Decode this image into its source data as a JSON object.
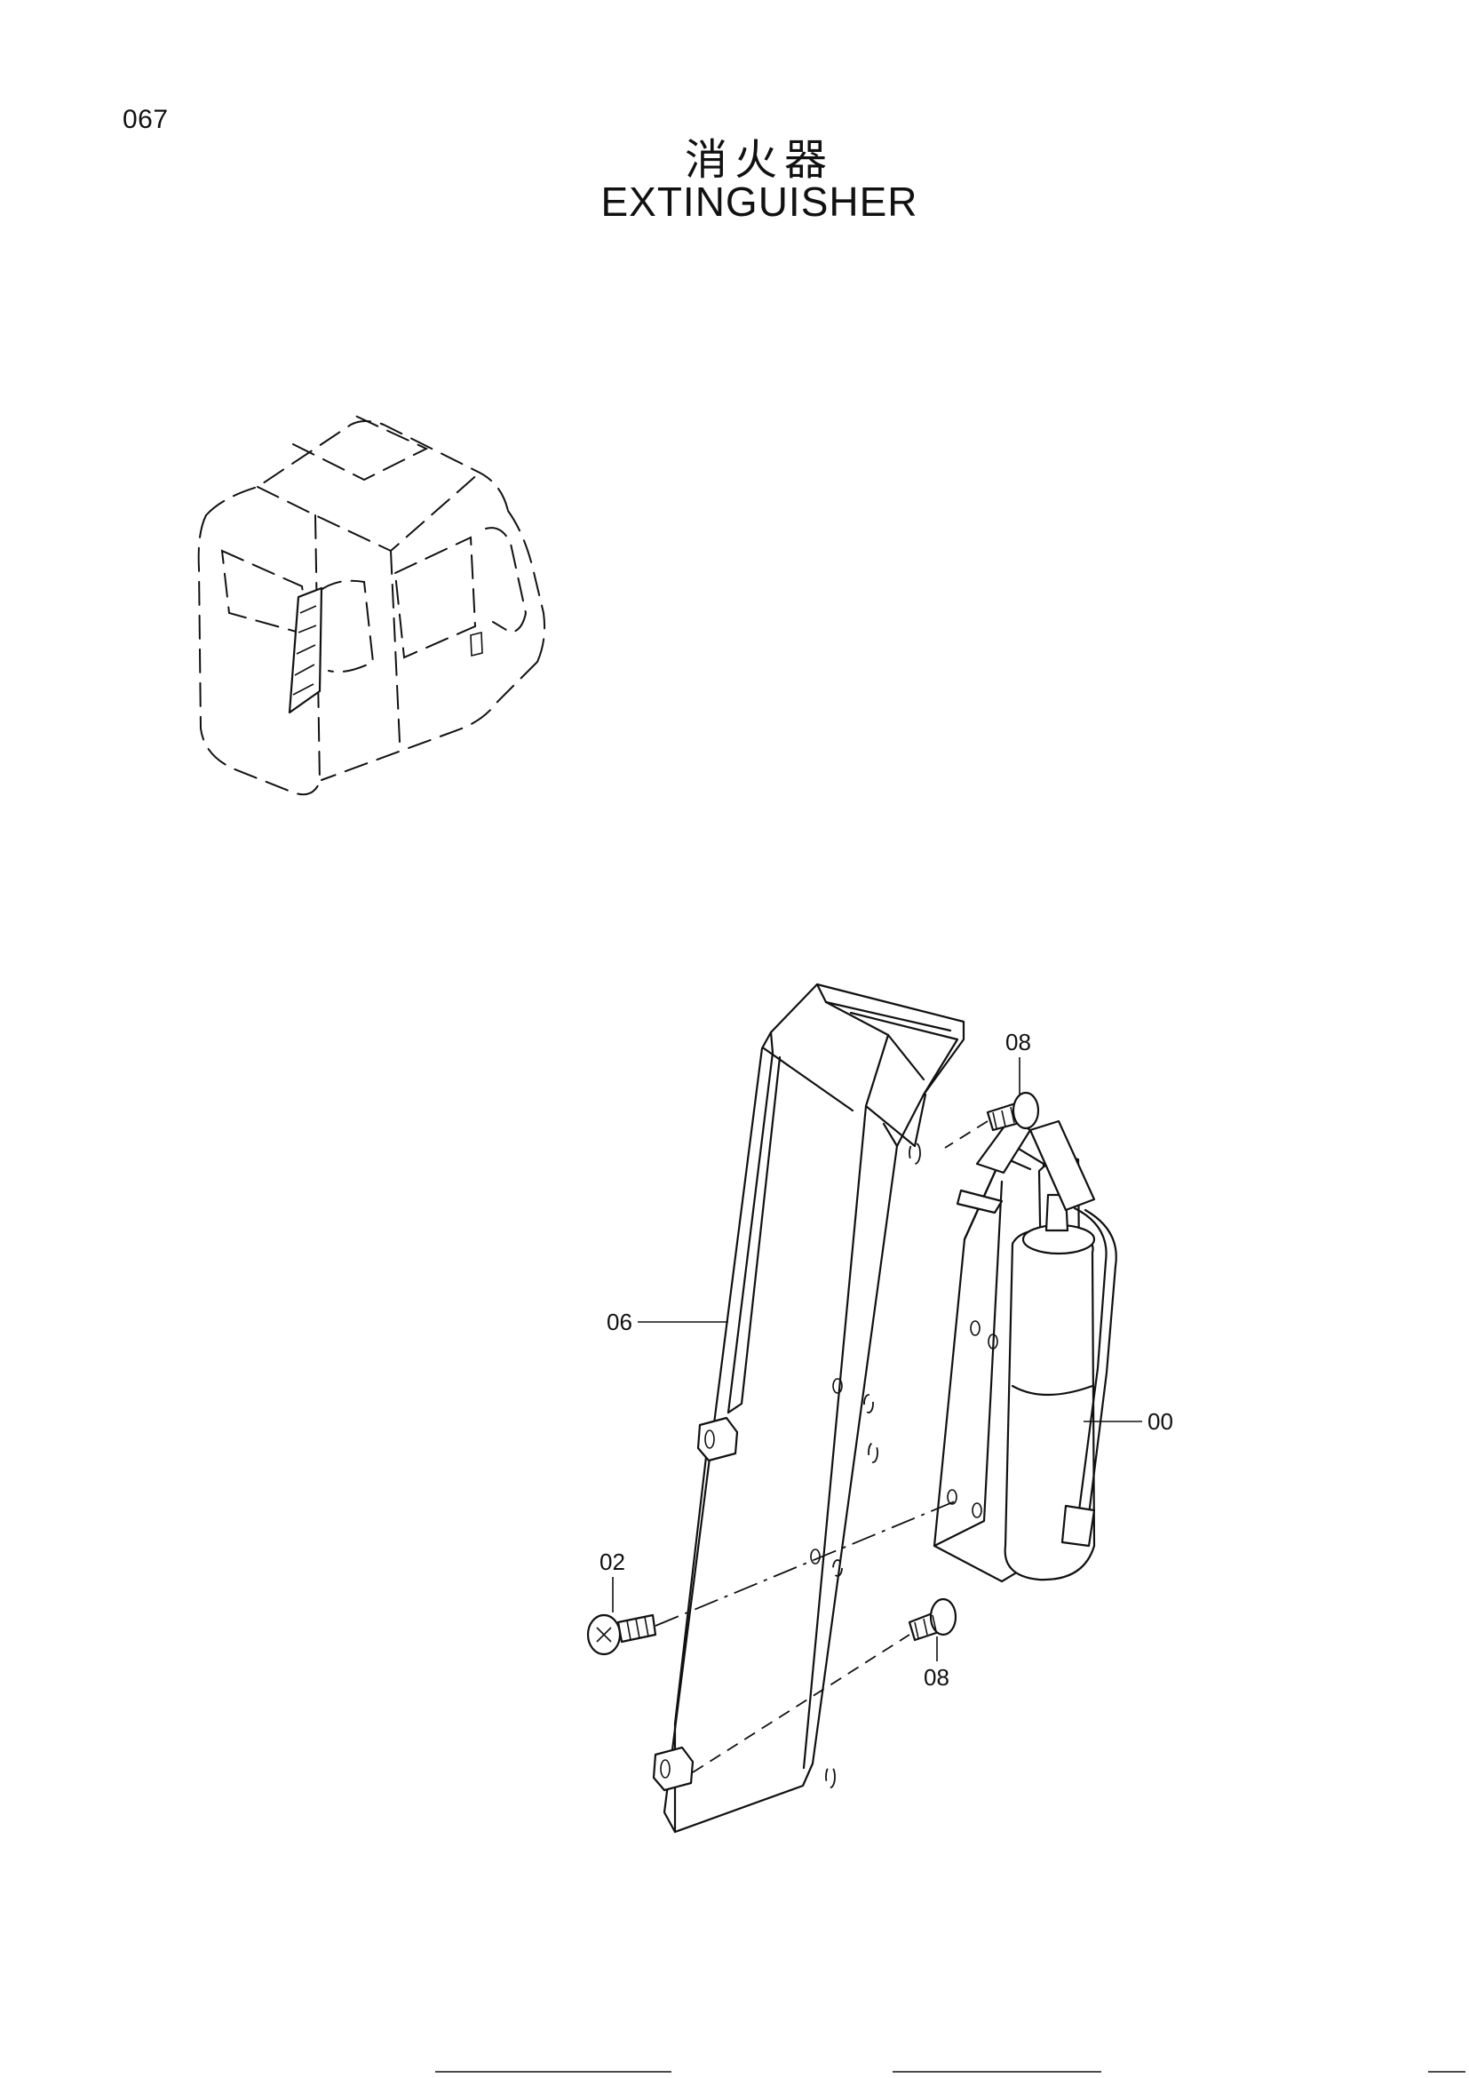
{
  "page": {
    "number": "067"
  },
  "title": {
    "japanese": "消火器",
    "english": "EXTINGUISHER"
  },
  "callouts": [
    {
      "id": "08",
      "part": "bolt-upper"
    },
    {
      "id": "06",
      "part": "cover"
    },
    {
      "id": "00",
      "part": "extinguisher"
    },
    {
      "id": "02",
      "part": "screw"
    },
    {
      "id": "08",
      "part": "bolt-lower"
    }
  ]
}
